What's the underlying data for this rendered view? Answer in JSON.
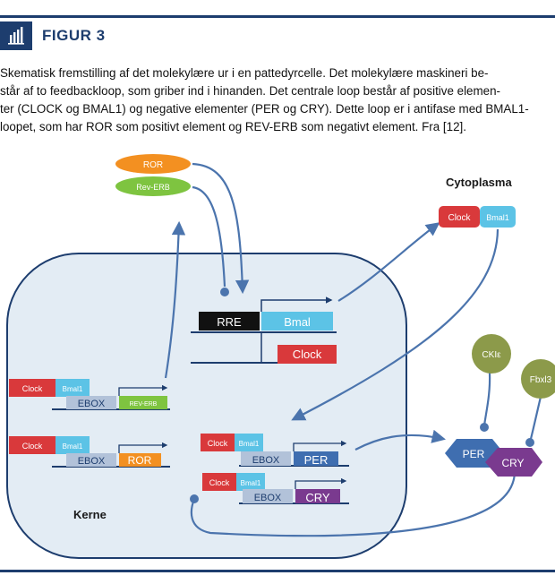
{
  "figure": {
    "label": "FIGUR 3",
    "caption_lines": [
      "Skematisk fremstilling af det molekylære ur i en pattedyrcelle. Det molekylære maskineri be-",
      "står af to feedbackloop, som griber ind i hinanden. Det centrale loop består af positive elemen-",
      "ter (CLOCK og BMAL1) og negative elementer (PER og CRY). Dette loop er i antifase med BMAL1-",
      "loopet, som har ROR som positivt element og REV-ERB som negativt element. Fra [12]."
    ]
  },
  "diagram": {
    "cytoplasma_label": "Cytoplasma",
    "kerne_label": "Kerne",
    "ror_protein": "ROR",
    "reverb_protein": "Rev-ERB",
    "rre": "RRE",
    "bmal_gene": "Bmal",
    "clock_gene": "Clock",
    "cyto_clock": "Clock",
    "cyto_bmal1": "Bmal1",
    "rows": [
      {
        "clock": "Clock",
        "bmal1": "Bmal1",
        "ebox": "EBOX",
        "gene": "REV-ERB"
      },
      {
        "clock": "Clock",
        "bmal1": "Bmal1",
        "ebox": "EBOX",
        "gene": "ROR"
      },
      {
        "clock": "Clock",
        "bmal1": "Bmal1",
        "ebox": "EBOX",
        "gene": "PER"
      },
      {
        "clock": "Clock",
        "bmal1": "Bmal1",
        "ebox": "EBOX",
        "gene": "CRY"
      }
    ],
    "ck1": "CKIε",
    "fbxl3": "Fbxl3",
    "per_protein": "PER",
    "cry_protein": "CRY",
    "colors": {
      "navy": "#1d3d6e",
      "clock_red": "#d9393b",
      "bmal_cyan": "#5cc3e6",
      "ebox_gray": "#b2c2d9",
      "ror_orange": "#f39021",
      "reverb_green": "#7ec440",
      "per_blue": "#3f6eb0",
      "cry_purple": "#7a3a8f",
      "kinase_olive": "#8c9a4a",
      "arrow_blue": "#4b74ad",
      "cell_fill": "#e3ecf4"
    }
  }
}
